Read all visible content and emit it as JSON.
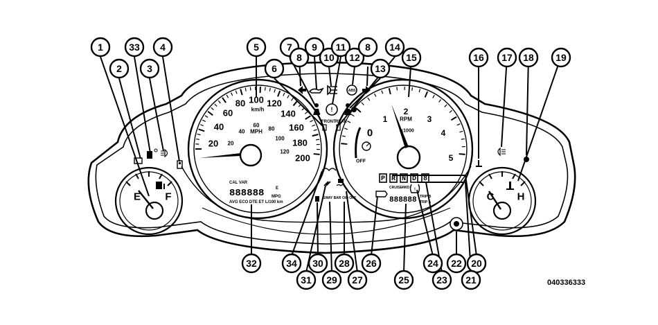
{
  "figure_code": "040336333",
  "callouts": [
    "1",
    "2",
    "3",
    "4",
    "5",
    "6",
    "7",
    "8",
    "9",
    "10",
    "11",
    "12",
    "13",
    "14",
    "15",
    "16",
    "17",
    "18",
    "19",
    "20",
    "21",
    "22",
    "23",
    "24",
    "25",
    "26",
    "27",
    "28",
    "29",
    "30",
    "31",
    "32",
    "33",
    "34"
  ],
  "speedometer": {
    "kmh_labels": [
      "20",
      "40",
      "60",
      "80",
      "100",
      "120",
      "140",
      "160",
      "180",
      "200"
    ],
    "kmh_unit": "km/h",
    "mph_labels": [
      "20",
      "40",
      "60",
      "80",
      "100",
      "120"
    ],
    "mph_unit": "MPH"
  },
  "tachometer": {
    "labels": [
      "0",
      "1",
      "2",
      "3",
      "4",
      "5"
    ],
    "unit": "RPM",
    "sub_unit": "x1000",
    "off_label": "OFF"
  },
  "fuel_gauge": {
    "empty": "E",
    "full": "F"
  },
  "temp_gauge": {
    "cold": "C",
    "hot": "H"
  },
  "airbag_labels": {
    "front": "FRONT",
    "rear": "REAR"
  },
  "odometer": {
    "top_label": "CAL VAR",
    "digits": "888888",
    "unit_top": "E",
    "unit_mpg": "MPG",
    "bottom_row": "AVG ECO DTE ET L/100 km"
  },
  "lower_indicators": {
    "sway_bar": "SWAY BAR",
    "od_off": "O/D OFF"
  },
  "gear_selector": {
    "gears": [
      "P",
      "R",
      "N",
      "D"
    ],
    "extra": "8",
    "cruise": "CRUISE",
    "fourwd": "4WD"
  },
  "trip_display": {
    "digits": "888888",
    "trip_b": "TRIP B",
    "trip_a": "TRIP A"
  }
}
